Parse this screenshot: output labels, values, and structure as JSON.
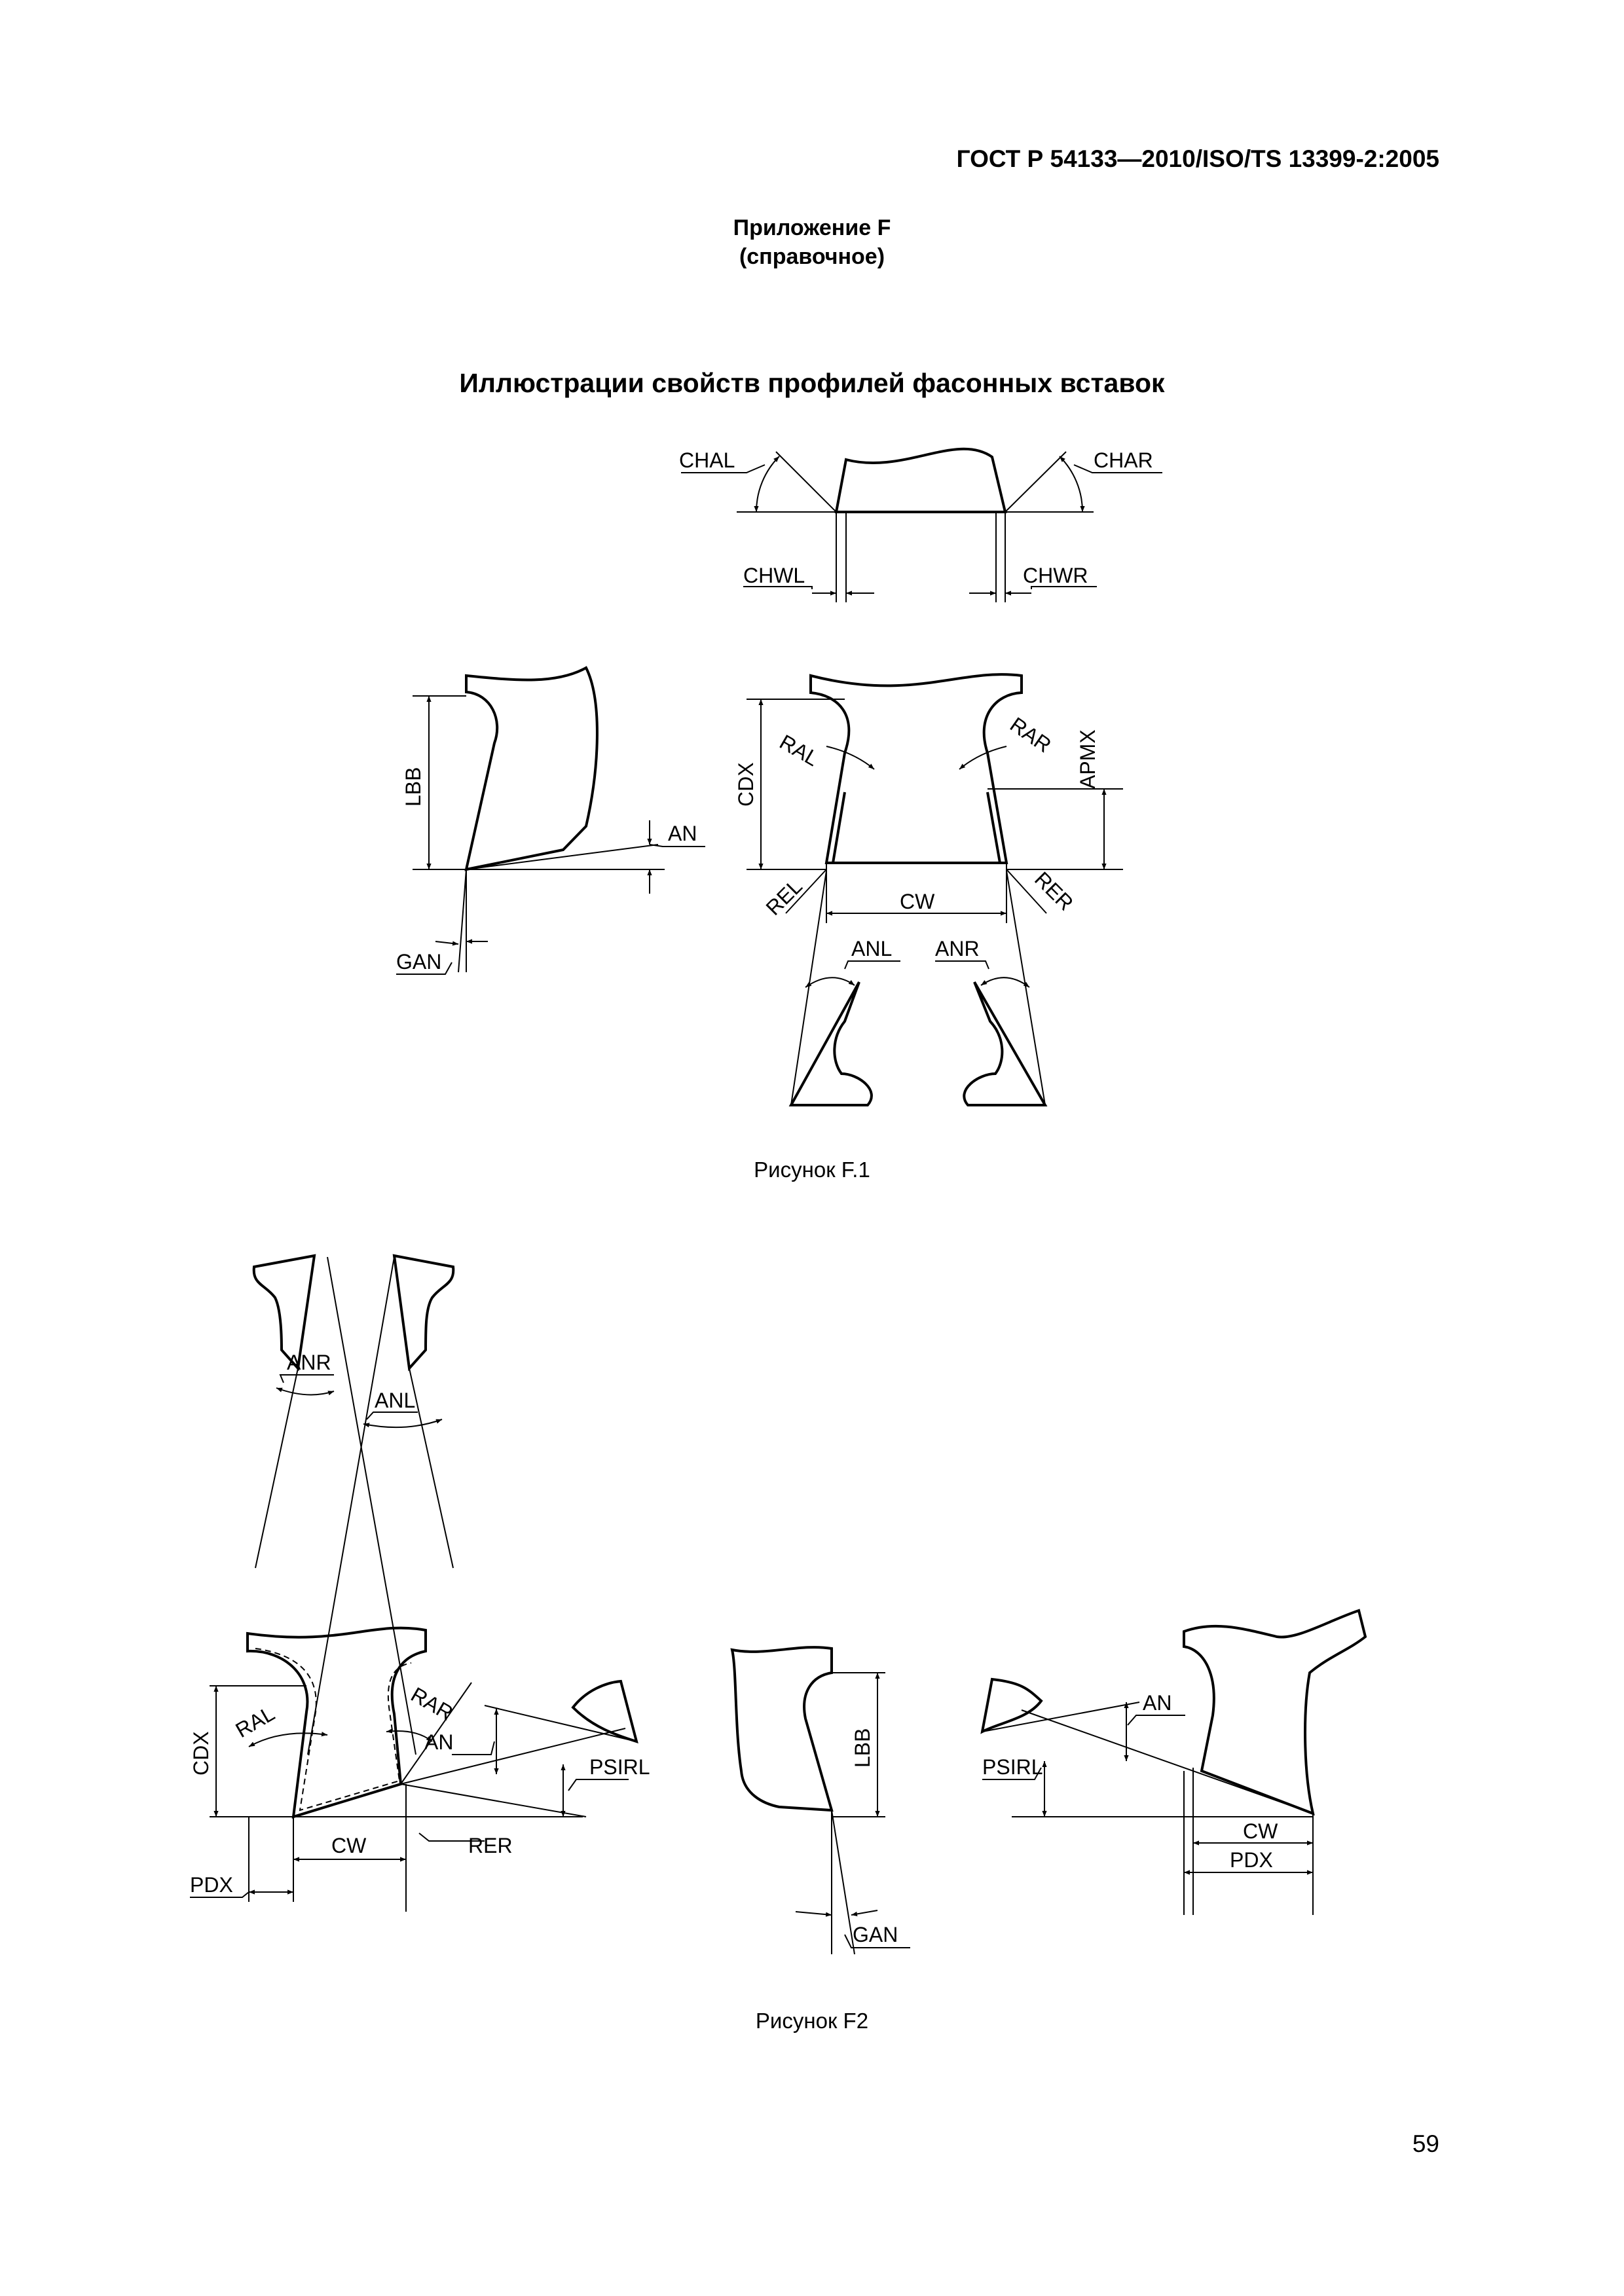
{
  "header": {
    "standard_code": "ГОСТ Р 54133—2010/ISO/TS 13399-2:2005"
  },
  "annex": {
    "title": "Приложение F",
    "subtitle": "(справочное)"
  },
  "section_title": "Иллюстрации свойств профилей фасонных вставок",
  "figure1": {
    "caption": "Рисунок F.1",
    "labels": {
      "chal": "CHAL",
      "char": "CHAR",
      "chwl": "CHWL",
      "chwr": "CHWR",
      "lbb": "LBB",
      "an": "AN",
      "gan": "GAN",
      "cdx": "CDX",
      "ral": "RAL",
      "rar": "RAR",
      "apmx": "APMX",
      "rel": "REL",
      "rer": "RER",
      "cw": "CW",
      "anl": "ANL",
      "anr": "ANR"
    }
  },
  "figure2": {
    "caption": "Рисунок F2",
    "labels": {
      "anr": "ANR",
      "anl": "ANL",
      "cdx": "CDX",
      "ral": "RAL",
      "rar": "RAR",
      "an_left": "AN",
      "psirl_left": "PSIRL",
      "cw_left": "CW",
      "rer": "RER",
      "pdx_left": "PDX",
      "lbb": "LBB",
      "gan": "GAN",
      "psirl_right": "PSIRL",
      "an_right": "AN",
      "cw_right": "CW",
      "pdx_right": "PDX"
    }
  },
  "page_number": "59"
}
